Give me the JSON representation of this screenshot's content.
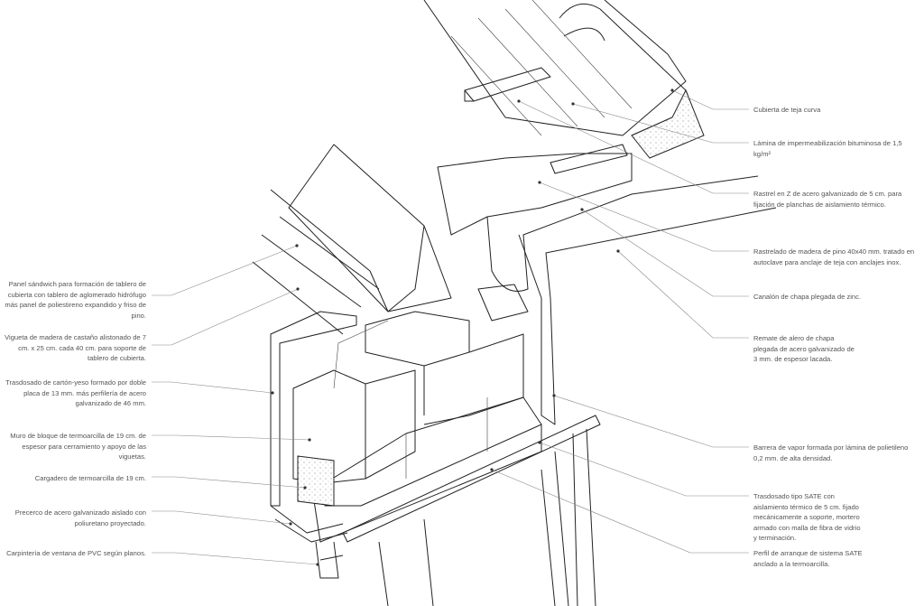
{
  "left_labels": [
    "Panel sándwich para formación de tablero de cubierta con tablero de aglomerado hidrófugo más panel de poliestireno expandido y friso de pino.",
    "Vigueta de madera de castaño alistonado de 7 cm. x 25 cm. cada 40 cm. para soporte de tablero de cubierta.",
    "Trasdosado de cartón-yeso formado por doble placa de 13  mm. más perfilería de acero galvanizado de 46 mm.",
    "Muro de bloque de termoarcilla de 19 cm. de espesor para cerramiento y apoyo de las viguetas.",
    "Cargadero de termoarcilla de 19 cm.",
    "Precerco de acero galvanizado aislado con poliuretano proyectado.",
    "Carpintería de ventana de PVC según planos."
  ],
  "right_labels": [
    "Cubierta de teja curva",
    "Lámina de impermeabilización bituminosa de 1,5 kg/m²",
    "Rastrel en Z de acero galvanizado de 5 cm. para fijación de planchas de aislamiento térmico.",
    "Rastrelado de madera de pino 40x40 mm. tratado en autoclave para anclaje de teja con anclajes inox.",
    "Canalón de chapa plegada de zinc.",
    "Remate de alero de chapa plegada de acero galvanizado de 3 mm. de espesor lacada.",
    "Barrera de vapor formada por lámina de polietileno 0,2 mm. de alta densidad.",
    "Trasdosado tipo SATE con aislamiento térmico de 5 cm. fijado mecánicamente a soporte, mortero armado con malla de fibra de vidrio y terminación.",
    "Perfil de arranque de sistema SATE anclado a la termoarcilla."
  ]
}
